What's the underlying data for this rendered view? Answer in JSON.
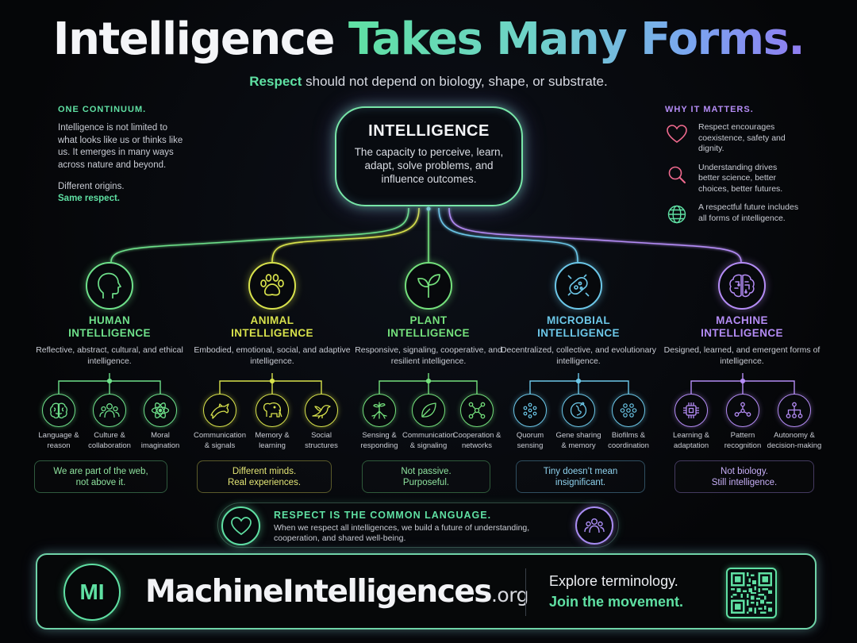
{
  "header": {
    "title_part1": "Intelligence",
    "title_part2": "Takes Many Forms.",
    "subtitle_highlight": "Respect",
    "subtitle_rest": " should not depend on biology, shape, or substrate."
  },
  "left_note": {
    "kicker": "ONE CONTINUUM.",
    "body": "Intelligence is not limited to what looks like us or thinks like us. It emerges in many ways across nature and beyond.",
    "line2": "Different origins.",
    "line3": "Same respect."
  },
  "right_note": {
    "kicker": "WHY IT MATTERS.",
    "items": [
      {
        "icon": "heart-icon",
        "text": "Respect encourages coexistence, safety and dignity."
      },
      {
        "icon": "magnifier-icon",
        "text": "Understanding drives better science, better choices, better futures."
      },
      {
        "icon": "globe-icon",
        "text": "A respectful future includes all forms of intelligence."
      }
    ]
  },
  "core": {
    "title": "INTELLIGENCE",
    "description": "The capacity to perceive, learn, adapt, solve problems, and influence outcomes."
  },
  "categories": [
    {
      "icon": "human-head-icon",
      "color": "#6ee08a",
      "title_1": "HUMAN",
      "title_2": "INTELLIGENCE",
      "description": "Reflective, abstract, cultural, and ethical intelligence.",
      "subs": [
        {
          "icon": "brain-icon",
          "label_1": "Language &",
          "label_2": "reason"
        },
        {
          "icon": "people-icon",
          "label_1": "Culture &",
          "label_2": "collaboration"
        },
        {
          "icon": "atom-icon",
          "label_1": "Moral",
          "label_2": "imagination"
        }
      ],
      "quote_1": "We are part of the web,",
      "quote_2": "not above it."
    },
    {
      "icon": "paw-icon",
      "color": "#d8e24c",
      "title_1": "ANIMAL",
      "title_2": "INTELLIGENCE",
      "description": "Embodied, emotional, social, and adaptive intelligence.",
      "subs": [
        {
          "icon": "dolphin-icon",
          "label_1": "Communication",
          "label_2": "& signals"
        },
        {
          "icon": "elephant-icon",
          "label_1": "Memory &",
          "label_2": "learning"
        },
        {
          "icon": "bird-icon",
          "label_1": "Social",
          "label_2": "structures"
        }
      ],
      "quote_1": "Different minds.",
      "quote_2": "Real experiences."
    },
    {
      "icon": "sprout-icon",
      "color": "#74e07c",
      "title_1": "PLANT",
      "title_2": "INTELLIGENCE",
      "description": "Responsive, signaling, cooperative, and resilient intelligence.",
      "subs": [
        {
          "icon": "roots-icon",
          "label_1": "Sensing &",
          "label_2": "responding"
        },
        {
          "icon": "leaf-icon",
          "label_1": "Communication",
          "label_2": "& signaling"
        },
        {
          "icon": "network-icon",
          "label_1": "Cooperation &",
          "label_2": "networks"
        }
      ],
      "quote_1": "Not passive.",
      "quote_2": "Purposeful."
    },
    {
      "icon": "microbe-icon",
      "color": "#6cc7e8",
      "title_1": "MICROBIAL",
      "title_2": "INTELLIGENCE",
      "description": "Decentralized, collective, and evolutionary intelligence.",
      "subs": [
        {
          "icon": "dots-cluster-icon",
          "label_1": "Quorum",
          "label_2": "sensing"
        },
        {
          "icon": "dna-cell-icon",
          "label_1": "Gene sharing",
          "label_2": "& memory"
        },
        {
          "icon": "biofilm-icon",
          "label_1": "Biofilms &",
          "label_2": "coordination"
        }
      ],
      "quote_1": "Tiny doesn’t mean",
      "quote_2": "insignificant."
    },
    {
      "icon": "circuit-brain-icon",
      "color": "#b48cf5",
      "title_1": "MACHINE",
      "title_2": "INTELLIGENCE",
      "description": "Designed, learned, and emergent forms of intelligence.",
      "subs": [
        {
          "icon": "chip-icon",
          "label_1": "Learning &",
          "label_2": "adaptation"
        },
        {
          "icon": "pattern-icon",
          "label_1": "Pattern",
          "label_2": "recognition"
        },
        {
          "icon": "hierarchy-icon",
          "label_1": "Autonomy &",
          "label_2": "decision-making"
        }
      ],
      "quote_1": "Not biology.",
      "quote_2": "Still intelligence."
    }
  ],
  "respect": {
    "title": "RESPECT IS THE COMMON LANGUAGE.",
    "body": "When we respect all intelligences, we build a future of understanding, cooperation, and shared well-being."
  },
  "footer": {
    "badge": "MI",
    "site_name": "MachineIntelligences",
    "site_tld": ".org",
    "cta_1": "Explore terminology.",
    "cta_2": "Join the movement."
  }
}
